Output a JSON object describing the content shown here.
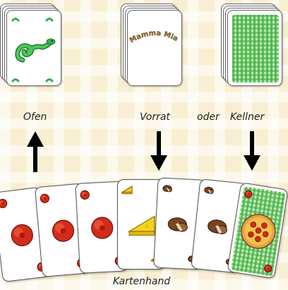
{
  "piles": {
    "ofen": {
      "label": "Ofen",
      "icon": "green-snake-icon"
    },
    "vorrat": {
      "label": "Vorrat",
      "icon": "mamma-mia-logo-icon",
      "logo_text": "Mamma Mia!"
    },
    "oder": {
      "label": "oder"
    },
    "kellner": {
      "label": "Kellner",
      "icon": "green-checkered-back-icon"
    }
  },
  "hand": {
    "label": "Kartenhand",
    "cards": [
      {
        "ingredient": "tomato",
        "icon": "tomato-icon"
      },
      {
        "ingredient": "tomato",
        "icon": "tomato-icon"
      },
      {
        "ingredient": "tomato",
        "icon": "tomato-icon"
      },
      {
        "ingredient": "cheese",
        "icon": "cheese-icon"
      },
      {
        "ingredient": "mushroom",
        "icon": "mushroom-icon"
      },
      {
        "ingredient": "mushroom",
        "icon": "mushroom-icon"
      },
      {
        "ingredient": "pizza-recipe",
        "icon": "pizza-icon"
      }
    ]
  },
  "colors": {
    "tomato": "#d42a1a",
    "cheese": "#f4d21c",
    "mushroom": "#7a4526",
    "snake": "#33b04a",
    "checker": "#3cae3c",
    "logo_red": "#d33a2c",
    "logo_green": "#3a9a4a"
  }
}
